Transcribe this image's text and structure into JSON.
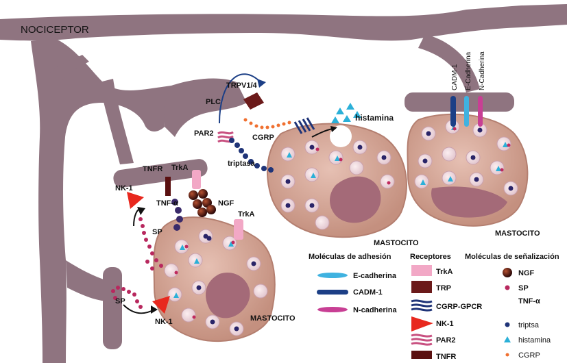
{
  "diagram": {
    "title": "NOCICEPTOR",
    "adhesion_labels": [
      "CADM-1",
      "E-Cadherina",
      "N-Cadherina"
    ],
    "labels": {
      "plc": "PLC",
      "trpv": "TRPV1/4",
      "par2": "PAR2",
      "cgrp": "CGRP",
      "histamina": "histamina",
      "triptasa": "triptasa",
      "tnfr": "TNFR",
      "trka_top": "TrkA",
      "nk1_top": "NK-1",
      "tnfa": "TNF-α",
      "ngf": "NGF",
      "trka_cell": "TrkA",
      "sp_top": "SP",
      "sp_bottom": "SP",
      "nk1_bottom": "NK-1",
      "mastocito_1": "MASTOCITO",
      "mastocito_2": "MASTOCITO",
      "mastocito_3": "MASTOCITO"
    }
  },
  "legend": {
    "adhesion": {
      "title": "Moléculas de adhesión",
      "items": [
        "E-cadherina",
        "CADM-1",
        "N-cadherina"
      ]
    },
    "receptors": {
      "title": "Receptores",
      "items": [
        "TrkA",
        "TRP",
        "CGRP-GPCR",
        "NK-1",
        "PAR2",
        "TNFR"
      ]
    },
    "signaling": {
      "title": "Moléculas de señalización",
      "items": [
        "NGF",
        "SP",
        "TNF-α",
        "triptsa",
        "histamina",
        "CGRP"
      ]
    }
  },
  "colors": {
    "neuron": "#8f7480",
    "cell": "#d4a79a",
    "trka": "#f2a8c6",
    "trp": "#6b1a1a",
    "nk1": "#e8281e",
    "ecadherin": "#3fb2e0",
    "cadm1": "#1c3f86",
    "ncadherin": "#c83f94",
    "histamina": "#2bb0d8",
    "triptasa": "#1f3478",
    "sp": "#b8285e",
    "cgrp": "#f07030"
  }
}
